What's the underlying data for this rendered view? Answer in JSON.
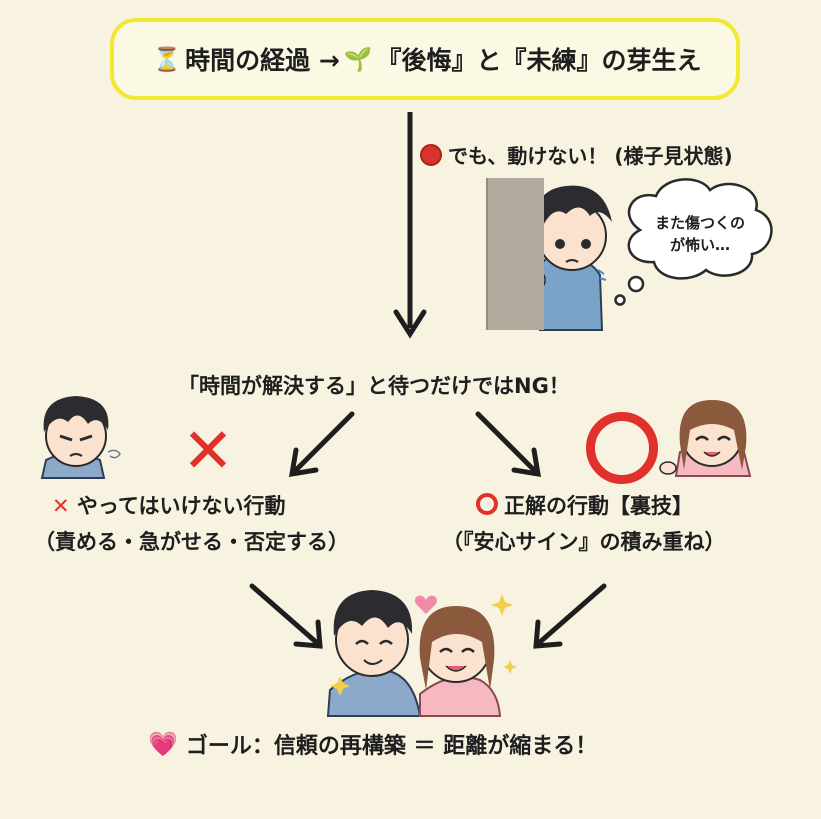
{
  "title": {
    "hourglass_icon": "⏳",
    "text_a": "時間の経過 →",
    "sprout_icon": "🌱",
    "text_b": "『後悔』と『未練』の芽生え"
  },
  "stop": {
    "label": "でも、動けない！ (様子見状態)"
  },
  "thought_bubble": {
    "line1": "また傷つくの",
    "line2": "が怖い…"
  },
  "main_question": "「時間が解決する」と待つだけではNG！",
  "ng": {
    "mark": "✕",
    "title": "やってはいけない行動",
    "subtitle": "（責める・急がせる・否定する）"
  },
  "ok": {
    "title": "正解の行動【裏技】",
    "subtitle": "（『安心サイン』の積み重ね）"
  },
  "goal": {
    "heart_icon": "💗",
    "text": "ゴール：信頼の再構築 ＝ 距離が縮まる！"
  },
  "colors": {
    "background": "#f8f3e1",
    "title_border": "#f1e833",
    "red_mark": "#e0312c",
    "heart": "#e95aa6"
  }
}
